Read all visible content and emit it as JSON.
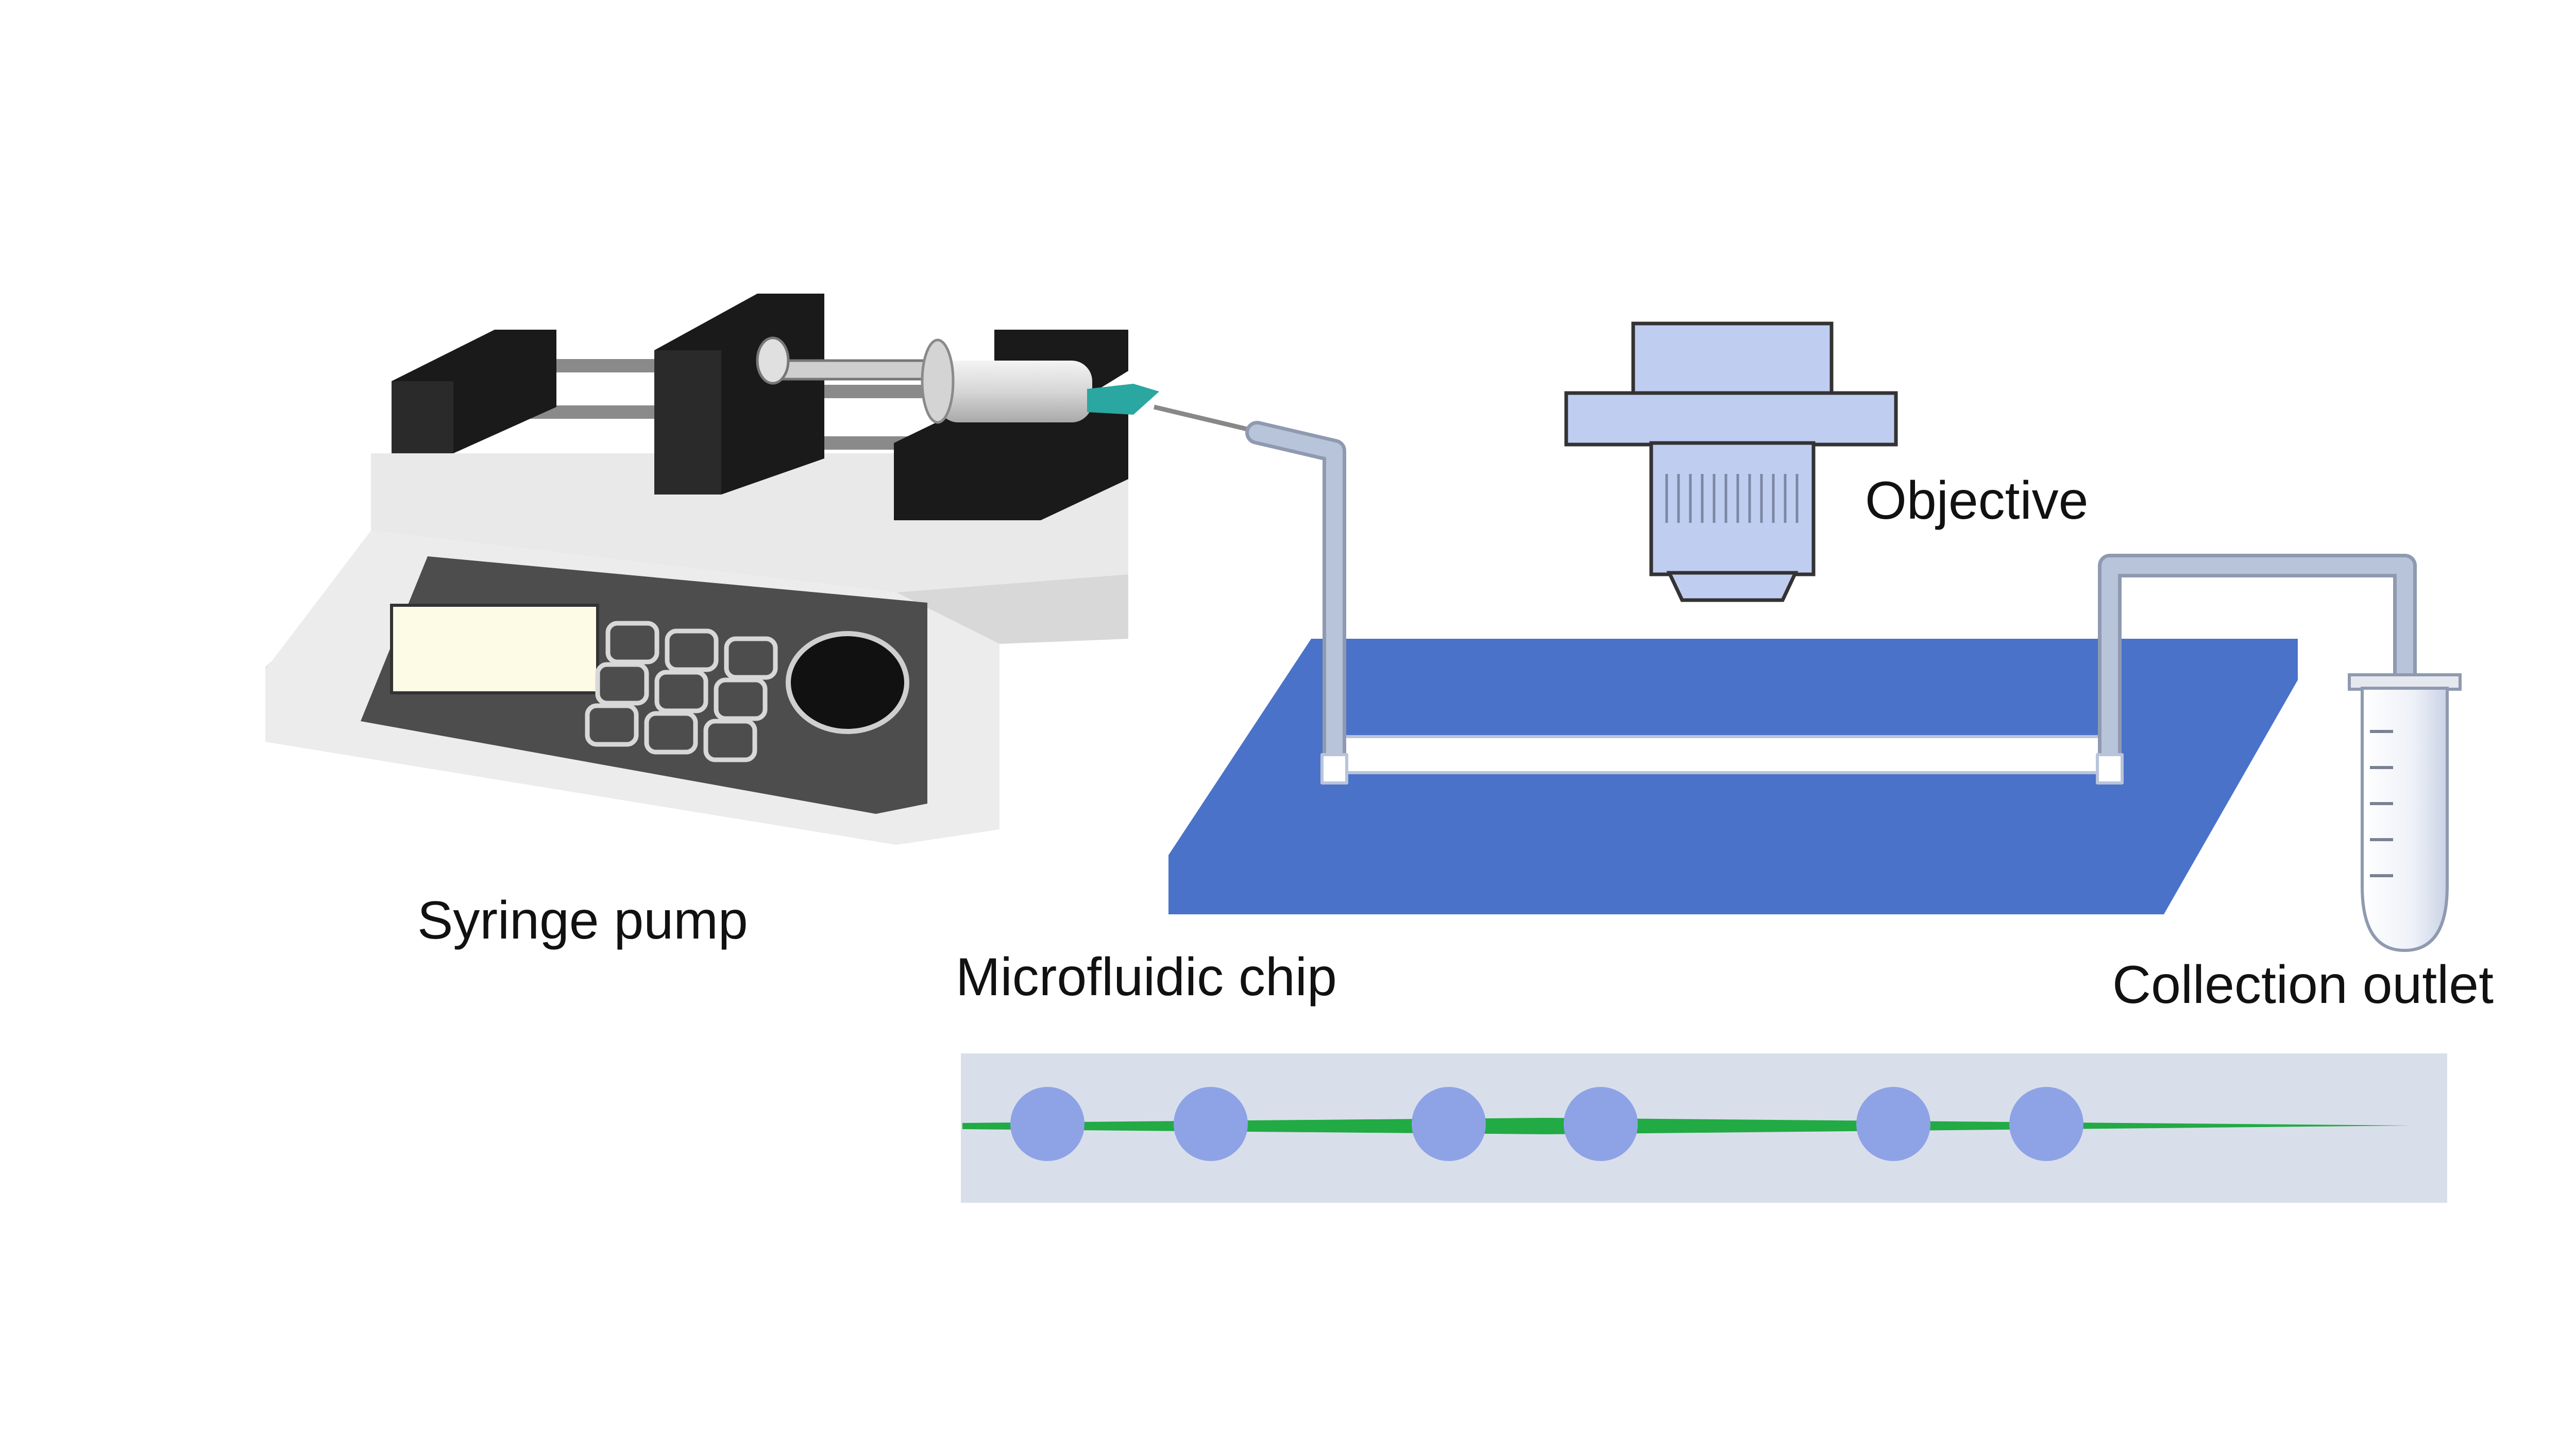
{
  "labels": {
    "syringe_pump": "Syringe pump",
    "microfluidic_chip": "Microfluidic chip",
    "objective": "Objective",
    "collection_outlet": "Collection outlet"
  },
  "colors": {
    "background": "#ffffff",
    "chip": "#4a72c9",
    "channel": "#ffffff",
    "tubing": "#b8c4da",
    "tubing_outline": "#8f9ab0",
    "objective_fill": "#bfcdf0",
    "objective_outline": "#333333",
    "pump_body": "#e9e9e9",
    "pump_panel": "#4d4d4d",
    "pump_clamp": "#1a1a1a",
    "pump_screen": "#fdfbe6",
    "syringe_needle_hub": "#2aa7a0",
    "inset_background": "#d9dfea",
    "inset_stream": "#22aa44",
    "particle": "#8ea2e6",
    "tube_fill": "#eef1f8"
  },
  "inset": {
    "particle_count": 6
  },
  "icons": {
    "syringe_pump": "syringe-pump-icon",
    "objective": "microscope-objective-icon",
    "collection_tube": "collection-tube-icon",
    "chip": "microfluidic-chip-icon"
  }
}
